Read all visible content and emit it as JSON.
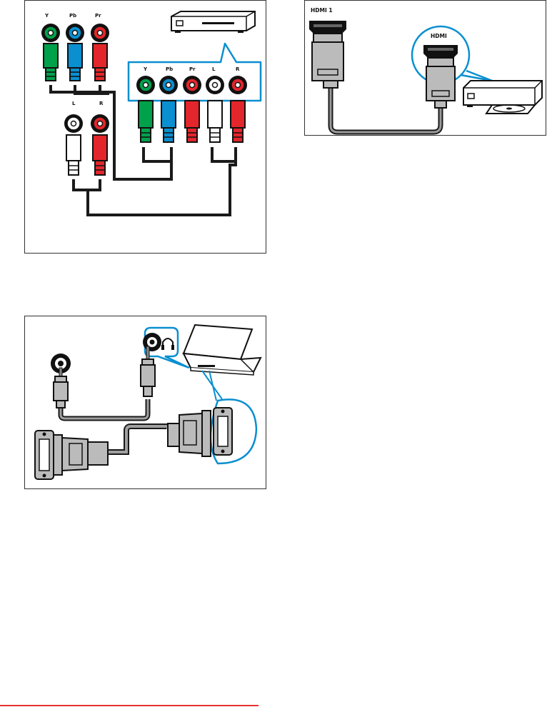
{
  "component_panel": {
    "tv_labels": [
      "Y",
      "Pb",
      "Pr"
    ],
    "audio_labels": [
      "L",
      "R"
    ],
    "device_labels": [
      "Y",
      "Pb",
      "Pr",
      "L",
      "R"
    ]
  },
  "hdmi_panel": {
    "port_label": "HDMI 1",
    "device_label": "HDMI"
  },
  "colors": {
    "green": "#00a14b",
    "blue": "#0a8fd0",
    "red": "#e3262b",
    "white": "#ffffff",
    "cable": "#1a1a1a",
    "callout": "#0a8fd0",
    "rule": "#e8312f"
  }
}
